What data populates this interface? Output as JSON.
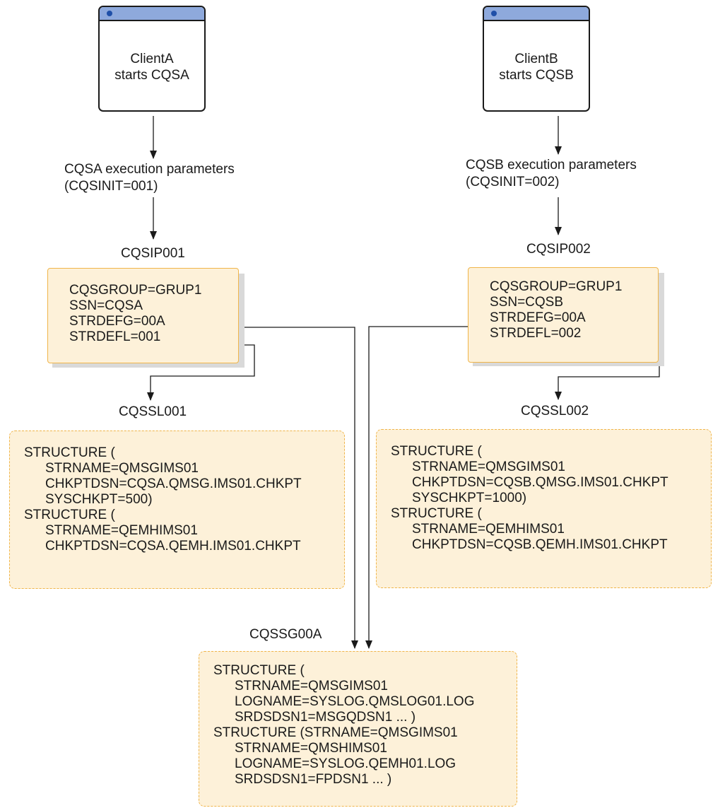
{
  "client_a": {
    "line1": "ClientA",
    "line2": "starts CQSA"
  },
  "client_b": {
    "line1": "ClientB",
    "line2": "starts CQSB"
  },
  "exec_a": {
    "line1": "CQSA execution parameters",
    "line2": "(CQSINIT=001)"
  },
  "exec_b": {
    "line1": "CQSB execution parameters",
    "line2": "(CQSINIT=002)"
  },
  "member_ip_a": "CQSIP001",
  "member_ip_b": "CQSIP002",
  "ip_a": [
    "CQSGROUP=GRUP1",
    "SSN=CQSA",
    "STRDEFG=00A",
    "STRDEFL=001"
  ],
  "ip_b": [
    "CQSGROUP=GRUP1",
    "SSN=CQSB",
    "STRDEFG=00A",
    "STRDEFL=002"
  ],
  "member_sl_a": "CQSSL001",
  "member_sl_b": "CQSSL002",
  "sl_a": [
    {
      "text": "STRUCTURE (",
      "indent": false
    },
    {
      "text": "STRNAME=QMSGIMS01",
      "indent": true
    },
    {
      "text": "CHKPTDSN=CQSA.QMSG.IMS01.CHKPT",
      "indent": true
    },
    {
      "text": "SYSCHKPT=500)",
      "indent": true
    },
    {
      "text": "STRUCTURE (",
      "indent": false
    },
    {
      "text": "STRNAME=QEMHIMS01",
      "indent": true
    },
    {
      "text": "CHKPTDSN=CQSA.QEMH.IMS01.CHKPT",
      "indent": true
    }
  ],
  "sl_b": [
    {
      "text": "STRUCTURE (",
      "indent": false
    },
    {
      "text": "STRNAME=QMSGIMS01",
      "indent": true
    },
    {
      "text": "CHKPTDSN=CQSB.QMSG.IMS01.CHKPT",
      "indent": true
    },
    {
      "text": "SYSCHKPT=1000)",
      "indent": true
    },
    {
      "text": "STRUCTURE (",
      "indent": false
    },
    {
      "text": "STRNAME=QEMHIMS01",
      "indent": true
    },
    {
      "text": "CHKPTDSN=CQSB.QEMH.IMS01.CHKPT",
      "indent": true
    }
  ],
  "member_sg": "CQSSG00A",
  "sg": [
    {
      "text": "STRUCTURE (",
      "indent": false
    },
    {
      "text": "STRNAME=QMSGIMS01",
      "indent": true
    },
    {
      "text": "LOGNAME=SYSLOG.QMSLOG01.LOG",
      "indent": true
    },
    {
      "text": "SRDSDSN1=MSGQDSN1 ... )",
      "indent": true
    },
    {
      "text": "STRUCTURE (STRNAME=QMSGIMS01",
      "indent": false
    },
    {
      "text": "STRNAME=QMSHIMS01",
      "indent": true
    },
    {
      "text": "LOGNAME=SYSLOG.QEMH01.LOG",
      "indent": true
    },
    {
      "text": "SRDSDSN1=FPDSN1 ... )",
      "indent": true
    }
  ]
}
